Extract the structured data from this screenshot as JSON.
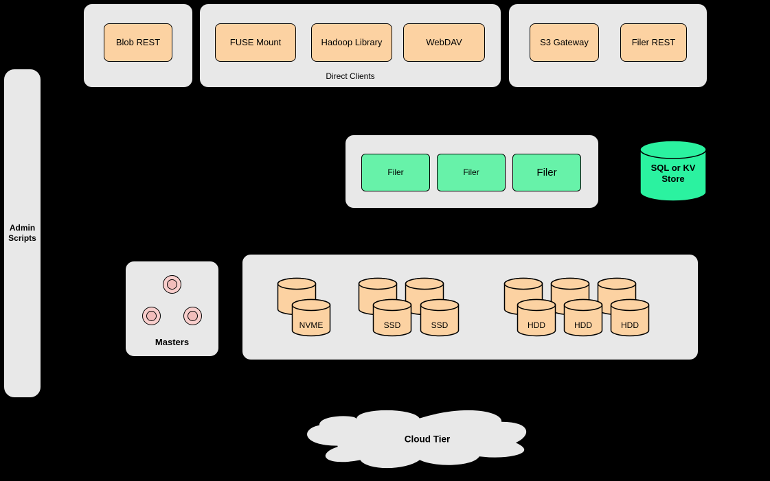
{
  "client_groups": {
    "blob": {
      "items": [
        "Blob REST"
      ]
    },
    "direct": {
      "label": "Direct Clients",
      "items": [
        "FUSE Mount",
        "Hadoop Library",
        "WebDAV"
      ]
    },
    "gateway": {
      "items": [
        "S3 Gateway",
        "Filer REST"
      ]
    }
  },
  "admin": {
    "label": "Admin Scripts"
  },
  "filers": {
    "items": [
      "Filer",
      "Filer",
      "Filer"
    ]
  },
  "metadata_store": {
    "label": "SQL or KV Store"
  },
  "masters": {
    "label": "Masters"
  },
  "volume_servers": {
    "groups": [
      {
        "type": "nvme",
        "front_labels": [
          "NVME"
        ]
      },
      {
        "type": "ssd",
        "front_labels": [
          "SSD",
          "SSD"
        ]
      },
      {
        "type": "hdd",
        "front_labels": [
          "HDD",
          "HDD",
          "HDD"
        ]
      }
    ]
  },
  "cloud": {
    "label": "Cloud Tier"
  },
  "colors": {
    "background": "#000000",
    "panel_gray": "#E8E8E8",
    "node_orange": "#FCD2A2",
    "filer_green": "#67F2A9",
    "store_green": "#2BF2A0",
    "master_pink": "#F8CECC",
    "stroke": "#000000"
  }
}
